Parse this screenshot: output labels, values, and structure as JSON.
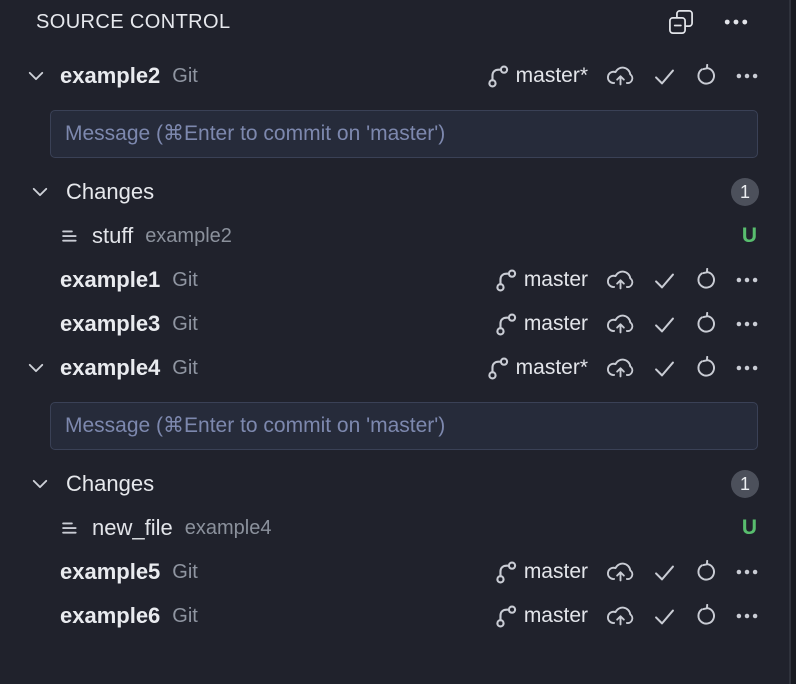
{
  "header": {
    "title": "SOURCE CONTROL"
  },
  "icons": {
    "header_views": "versions-icon",
    "header_more": "ellipsis-icon",
    "collapse": "chevron-down-icon",
    "branch": "git-branch-icon",
    "publish": "cloud-upload-icon",
    "commit": "check-icon",
    "refresh": "refresh-icon",
    "row_more": "ellipsis-icon",
    "file": "file-lines-icon"
  },
  "colors": {
    "panel_bg": "#20222c",
    "input_bg": "#262b3a",
    "input_border": "#3a4156",
    "placeholder_text": "#7d88ae",
    "badge_bg": "#4c505b",
    "untracked_green": "#58bd6e",
    "icon_gray": "#c9ccd4"
  },
  "commit_input": {
    "placeholder": "Message (⌘Enter to commit on 'master')"
  },
  "repos": [
    {
      "name": "example2",
      "provider": "Git",
      "branch": "master*",
      "expanded": true
    },
    {
      "name": "example1",
      "provider": "Git",
      "branch": "master",
      "expanded": false
    },
    {
      "name": "example3",
      "provider": "Git",
      "branch": "master",
      "expanded": false
    },
    {
      "name": "example4",
      "provider": "Git",
      "branch": "master*",
      "expanded": true
    },
    {
      "name": "example5",
      "provider": "Git",
      "branch": "master",
      "expanded": false
    },
    {
      "name": "example6",
      "provider": "Git",
      "branch": "master",
      "expanded": false
    }
  ],
  "changes_sections": [
    {
      "label": "Changes",
      "count": "1",
      "file": {
        "name": "stuff",
        "location": "example2",
        "status": "U"
      }
    },
    {
      "label": "Changes",
      "count": "1",
      "file": {
        "name": "new_file",
        "location": "example4",
        "status": "U"
      }
    }
  ]
}
